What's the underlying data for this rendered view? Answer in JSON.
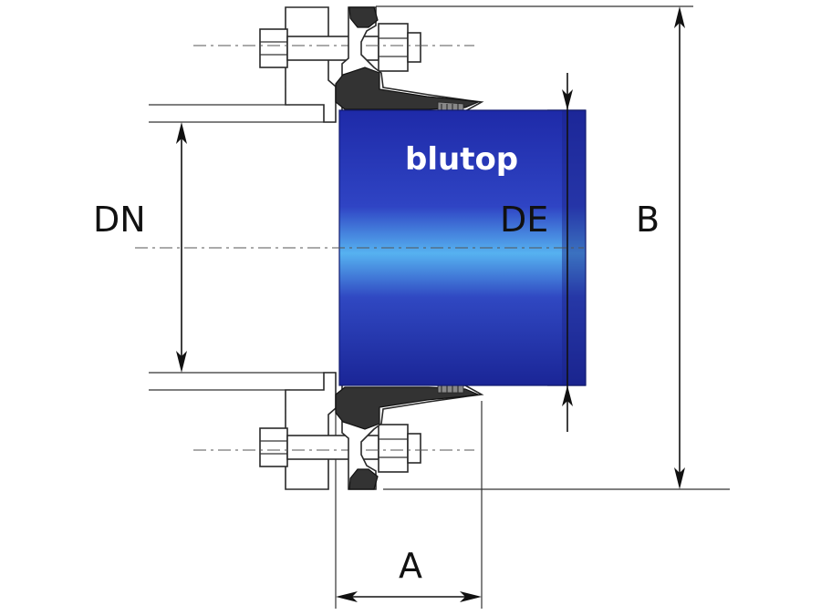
{
  "labels": {
    "dn": "DN",
    "de": "DE",
    "b": "B",
    "a": "A"
  },
  "brand": {
    "name": "blutop",
    "pipe_color": "#2b3db8",
    "pipe_highlight": "#4aa6ea"
  }
}
